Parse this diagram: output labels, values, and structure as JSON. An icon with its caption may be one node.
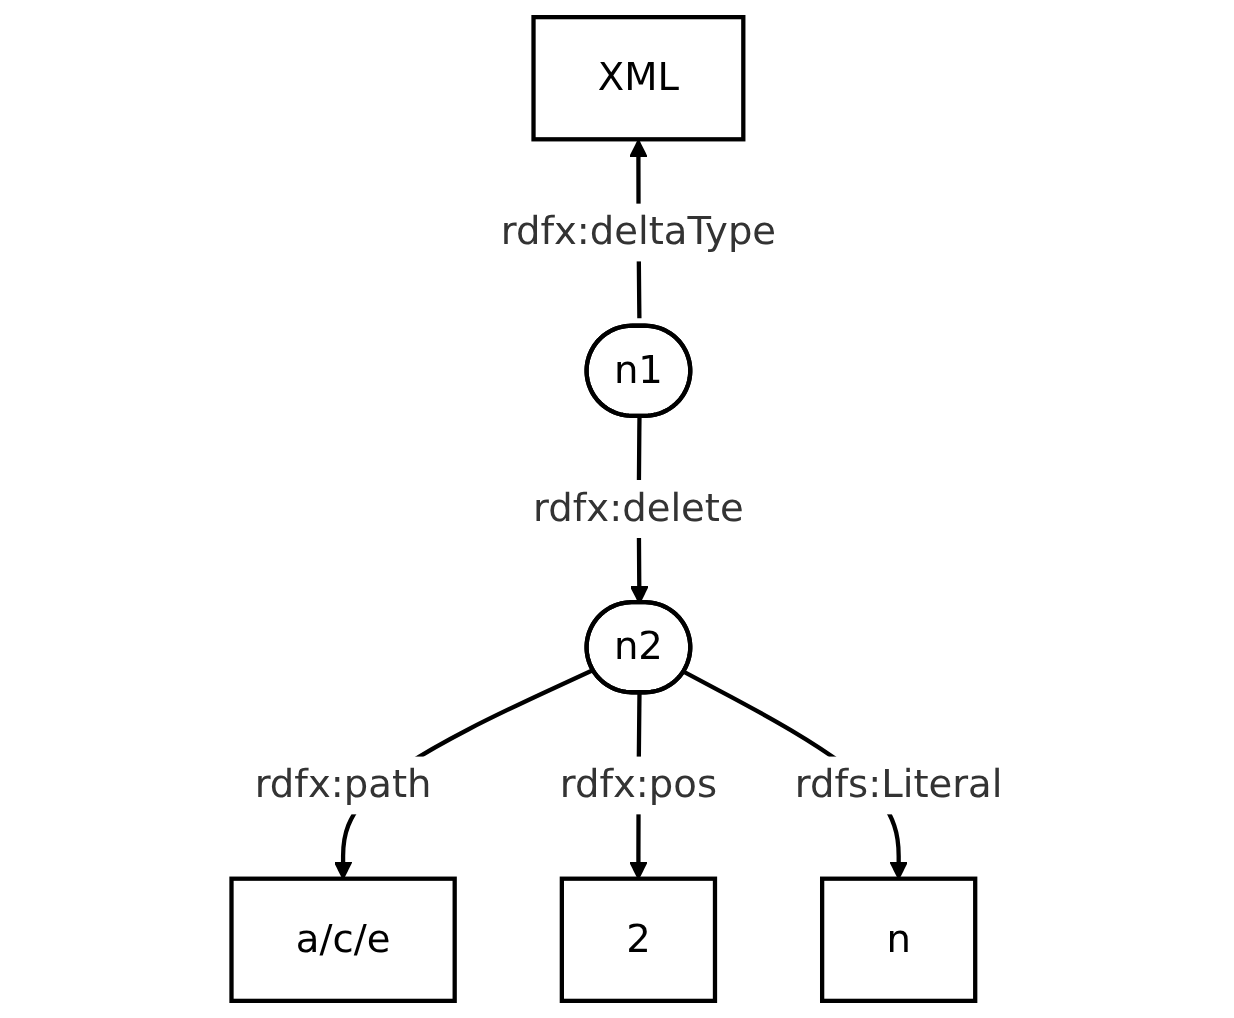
{
  "diagram": {
    "nodes": [
      {
        "text": [
          "XML"
        ]
      },
      {
        "text": [
          "n1"
        ]
      },
      {
        "text": [
          "n2"
        ]
      },
      {
        "text": [
          "a/c/e"
        ]
      },
      {
        "text": [
          "2"
        ]
      },
      {
        "text": [
          "n"
        ]
      }
    ],
    "edges": [
      {
        "from": 1,
        "to": 0,
        "arrow": "to",
        "label": "rdfx:deltaType"
      },
      {
        "from": 1,
        "to": 2,
        "arrow": "to",
        "label": "rdfx:delete"
      },
      {
        "from": 2,
        "to": 3,
        "arrow": "to",
        "label": "rdfx:path"
      },
      {
        "from": 2,
        "to": 4,
        "arrow": "to",
        "label": "rdfx:pos"
      },
      {
        "from": 2,
        "to": 5,
        "arrow": "to",
        "label": "rdfs:Literal"
      }
    ]
  }
}
